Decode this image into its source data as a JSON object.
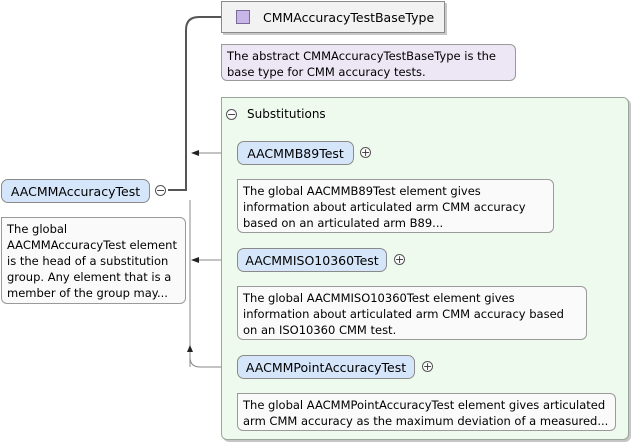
{
  "root": {
    "label": "AACMMAccuracyTest",
    "doc": "The global AACMMAccuracyTest element is the head of a substitution group. Any element that is a member of the group may...",
    "toggle": "−"
  },
  "base_type": {
    "label": "CMMAccuracyTestBaseType",
    "doc": "The abstract CMMAccuracyTestBaseType is the base type for CMM accuracy tests."
  },
  "substitutions": {
    "title": "Substitutions",
    "toggle": "−",
    "items": [
      {
        "label": "AACMMB89Test",
        "doc": "The global AACMMB89Test element gives information about articulated arm CMM accuracy based on an articulated arm B89...",
        "expand": "+"
      },
      {
        "label": "AACMMISO10360Test",
        "doc": "The global AACMMISO10360Test element gives information about articulated arm CMM accuracy based on an ISO10360 CMM test.",
        "expand": "+"
      },
      {
        "label": "AACMMPointAccuracyTest",
        "doc": "The global AACMMPointAccuracyTest element gives articulated arm CMM accuracy as the maximum deviation of a measured...",
        "expand": "+"
      }
    ]
  },
  "colors": {
    "node_fill": "#d6e6fa",
    "panel_fill": "#effaef",
    "type_doc_fill": "#ece6f5",
    "type_icon": "#c9b6e8"
  }
}
